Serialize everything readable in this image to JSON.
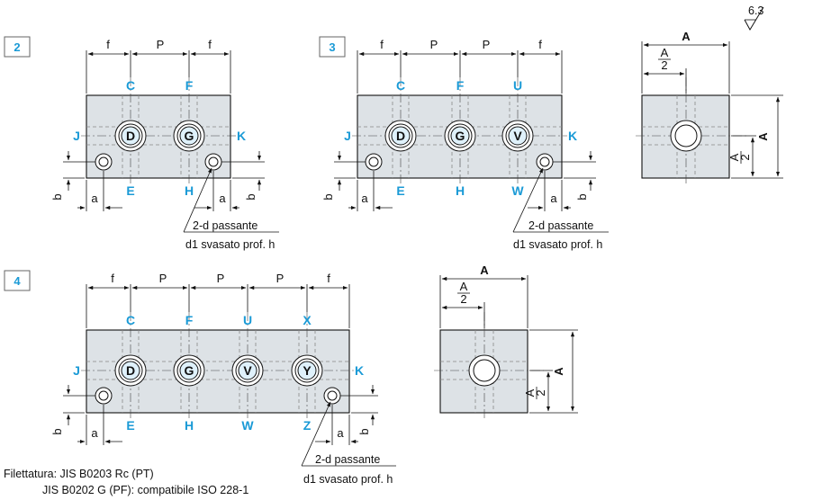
{
  "roughness": "6.3",
  "panels": {
    "p2": {
      "badge": "2",
      "dims": {
        "f": "f",
        "p": "P",
        "a": "a",
        "b": "b"
      },
      "top_ports": [
        "C",
        "F"
      ],
      "mid_ports": [
        "D",
        "G"
      ],
      "bottom_ports": [
        "E",
        "H"
      ],
      "left_port": "J",
      "right_port": "K",
      "callout_line1": "2-d passante",
      "callout_line2": "d1 svasato prof. h"
    },
    "p3": {
      "badge": "3",
      "dims": {
        "f": "f",
        "p": "P",
        "a": "a",
        "b": "b"
      },
      "top_ports": [
        "C",
        "F",
        "U"
      ],
      "mid_ports": [
        "D",
        "G",
        "V"
      ],
      "bottom_ports": [
        "E",
        "H",
        "W"
      ],
      "left_port": "J",
      "right_port": "K",
      "callout_line1": "2-d passante",
      "callout_line2": "d1 svasato prof. h"
    },
    "p4": {
      "badge": "4",
      "dims": {
        "f": "f",
        "p": "P",
        "a": "a",
        "b": "b"
      },
      "top_ports": [
        "C",
        "F",
        "U",
        "X"
      ],
      "mid_ports": [
        "D",
        "G",
        "V",
        "Y"
      ],
      "bottom_ports": [
        "E",
        "H",
        "W",
        "Z"
      ],
      "left_port": "J",
      "right_port": "K",
      "callout_line1": "2-d passante",
      "callout_line2": "d1 svasato prof. h"
    }
  },
  "side_views": {
    "width_label": "A",
    "half_num": "A",
    "half_den": "2"
  },
  "footer": {
    "line1": "Filettatura: JIS B0203 Rc (PT)",
    "line2": "JIS B0202 G (PF): compatibile ISO 228-1"
  }
}
